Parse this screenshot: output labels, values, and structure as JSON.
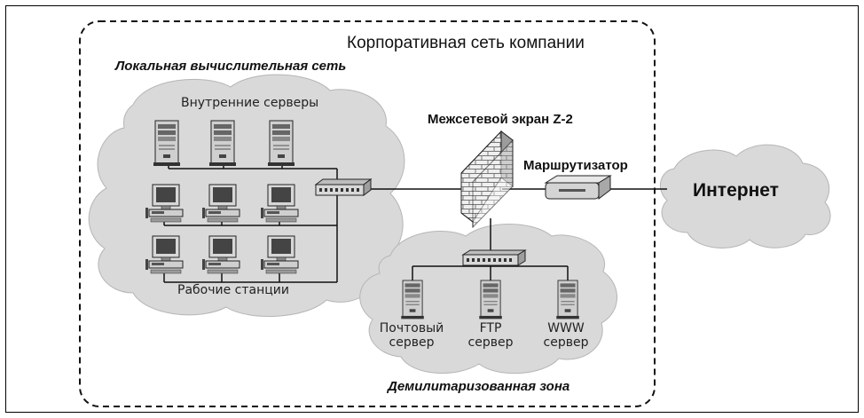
{
  "corporate_network": {
    "title": "Корпоративная сеть компании"
  },
  "lan": {
    "title": "Локальная вычислительная сеть",
    "servers_label": "Внутренние серверы",
    "workstations_label": "Рабочие станции"
  },
  "firewall": {
    "label": "Межсетевой экран Z-2"
  },
  "router": {
    "label": "Маршрутизатор"
  },
  "internet": {
    "label": "Интернет"
  },
  "dmz": {
    "title": "Демилитаризованная зона",
    "servers": [
      {
        "line1": "Почтовый",
        "line2": "сервер"
      },
      {
        "line1": "FTP",
        "line2": "сервер"
      },
      {
        "line1": "WWW",
        "line2": "сервер"
      }
    ]
  }
}
